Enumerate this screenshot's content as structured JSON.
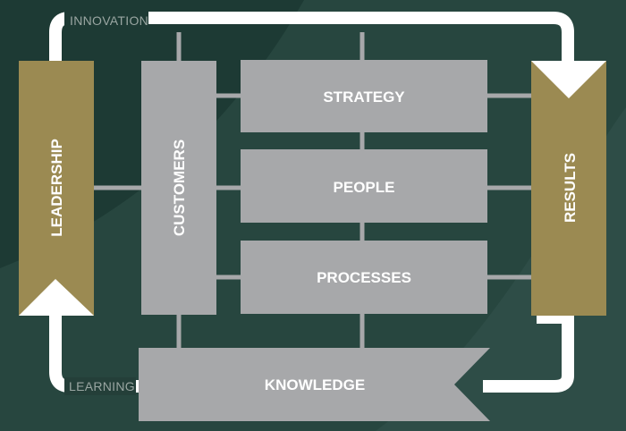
{
  "flow_labels": {
    "top": "INNOVATION",
    "bottom": "LEARNING"
  },
  "blocks": {
    "leadership": "LEADERSHIP",
    "customers": "CUSTOMERS",
    "strategy": "STRATEGY",
    "people": "PEOPLE",
    "processes": "PROCESSES",
    "results": "RESULTS",
    "knowledge": "KNOWLEDGE"
  },
  "colors": {
    "background": "#1d3a34",
    "background_light": "#2a4a44",
    "gold": "#9b8a52",
    "grey_block": "#a7a8aa",
    "flow_line": "#ffffff",
    "label_text": "#9aa6a2"
  }
}
